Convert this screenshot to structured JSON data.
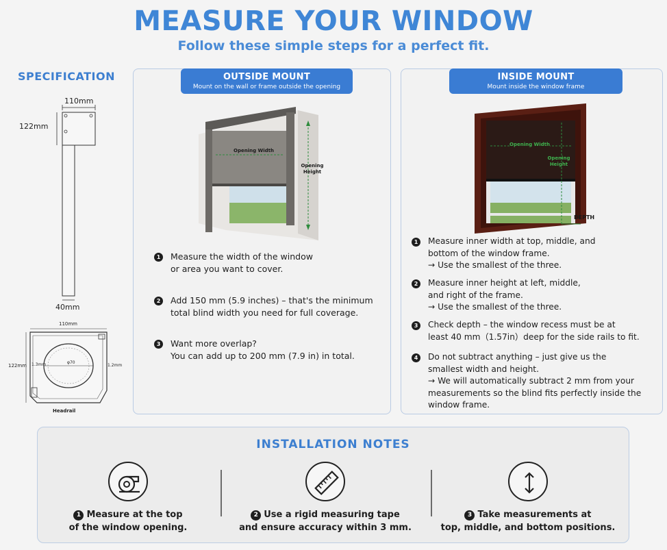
{
  "header": {
    "title": "MEASURE YOUR WINDOW",
    "subtitle": "Follow these simple steps for a perfect fit."
  },
  "specification": {
    "heading": "SPECIFICATION",
    "rail_top_width": "110mm",
    "rail_top_height": "122mm",
    "rail_bottom_width": "40mm",
    "section_width": "110mm",
    "section_height": "122mm",
    "section_left_small": "1.3mm",
    "section_diameter": "φ70",
    "section_right_small": "1.2mm",
    "section_caption": "Headrail"
  },
  "outside_mount": {
    "title": "OUTSIDE MOUNT",
    "subtitle": "Mount on the wall or frame outside the opening",
    "image_width_label": "Opening Width",
    "image_height_label": "Opening Height",
    "steps": [
      {
        "num": "1",
        "text": "Measure the width of the window\nor area you want to cover."
      },
      {
        "num": "2",
        "text": "Add 150 mm (5.9 inches) – that's the minimum\ntotal blind width you need for full coverage."
      },
      {
        "num": "3",
        "text": "Want more overlap?\nYou can add up to 200 mm (7.9 in) in total."
      }
    ]
  },
  "inside_mount": {
    "title": "INSIDE MOUNT",
    "subtitle": "Mount inside the window frame",
    "image_width_label": "Opening Width",
    "image_height_label": "Opening Height",
    "image_depth_label": "DEPTH",
    "steps": [
      {
        "num": "1",
        "text": "Measure inner width at top, middle, and\nbottom of the window frame.\n→ Use the smallest of the three."
      },
      {
        "num": "2",
        "text": "Measure inner height at left, middle,\nand right of the frame.\n→ Use the smallest of the three."
      },
      {
        "num": "3",
        "text": "Check depth – the window recess must be at\nleast 40 mm（1.57in）deep for the side rails to fit."
      },
      {
        "num": "4",
        "text": "Do not subtract anything – just give us the\nsmallest width and height.\n→ We will automatically subtract 2 mm from your\nmeasurements so the blind fits perfectly inside the\nwindow frame."
      }
    ]
  },
  "installation_notes": {
    "title": "INSTALLATION NOTES",
    "notes": [
      {
        "num": "1",
        "line1": "Measure at the top",
        "line2": "of the window opening.",
        "icon": "tape-measure-icon"
      },
      {
        "num": "2",
        "line1": "Use a rigid measuring tape",
        "line2": "and ensure accuracy within 3 mm.",
        "icon": "ruler-icon"
      },
      {
        "num": "3",
        "line1": "Take measurements at",
        "line2": "top, middle, and bottom positions.",
        "icon": "vertical-arrows-icon"
      }
    ]
  },
  "colors": {
    "accent_blue": "#3a7cd3",
    "frame_brown": "#5a1f14",
    "measure_green": "#2e8b3d"
  }
}
